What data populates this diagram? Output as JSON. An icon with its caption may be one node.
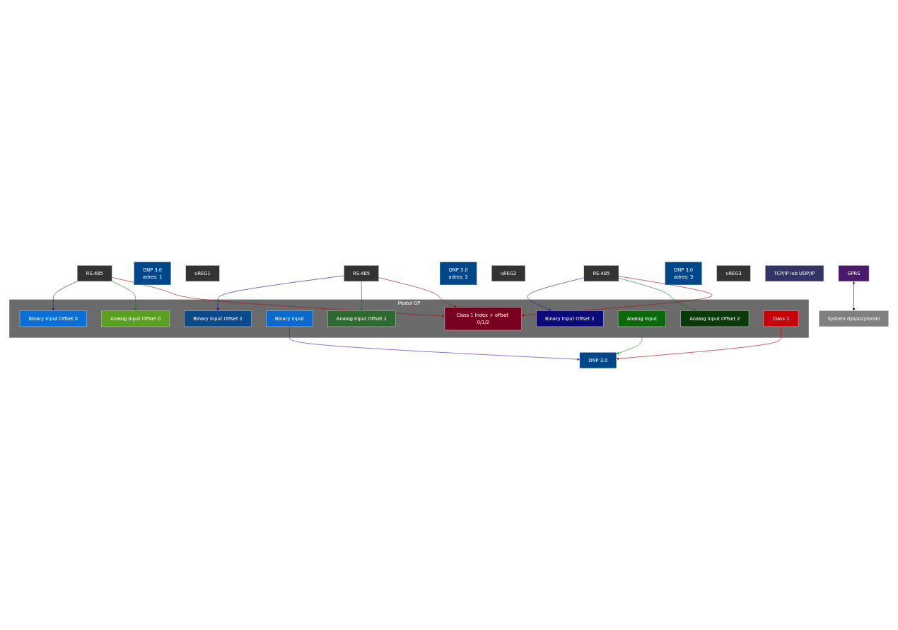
{
  "diagram": {
    "nodes": [
      {
        "text": [
          "Moduł GP"
        ]
      },
      {
        "text": [
          "Binary Input Offset 0"
        ],
        "in": 0
      },
      {
        "text": [
          "Binary Input Offset 1"
        ],
        "in": 0
      },
      {
        "text": [
          "Binary Input Offset 2"
        ],
        "in": 0
      },
      {
        "text": [
          "Binary Input"
        ],
        "in": 0
      },
      {
        "text": [
          "Analog Input Offset 0"
        ],
        "in": 0
      },
      {
        "text": [
          "Analog Input Offset 1"
        ],
        "in": 0
      },
      {
        "text": [
          "Analog Input Offset 2"
        ],
        "in": 0
      },
      {
        "text": [
          "Analog Input"
        ],
        "in": 0
      },
      {
        "text": [
          "Class 1 Index + offset 0/1/2"
        ],
        "in": 0
      },
      {
        "text": [
          "Class 1"
        ],
        "in": 0
      },
      {
        "text": [
          "RS-485"
        ]
      },
      {
        "text": [
          "DNP 3.0",
          "adres: 1"
        ]
      },
      {
        "text": [
          "uREG1"
        ]
      },
      {
        "text": [
          "RS-485"
        ]
      },
      {
        "text": [
          "DNP 3.0",
          "adres: 2"
        ]
      },
      {
        "text": [
          "uREG2"
        ]
      },
      {
        "text": [
          "RS-485"
        ]
      },
      {
        "text": [
          "DNP 3.0",
          "adres: 3"
        ]
      },
      {
        "text": [
          "uREG3"
        ]
      },
      {
        "text": [
          "DNP 3.0"
        ]
      },
      {
        "text": [
          "TCP/IP lub UDP/IP"
        ]
      },
      {
        "text": [
          "GPRS"
        ]
      },
      {
        "text": [
          "System dyspozytorski"
        ]
      }
    ],
    "edges": [
      {
        "from": 11,
        "to": 1,
        "arrow": "to",
        "color": "#1a1a9e"
      },
      {
        "from": 14,
        "to": 2,
        "arrow": "to",
        "color": "#1a1a9e"
      },
      {
        "from": 17,
        "to": 3,
        "arrow": "to",
        "color": "#1a1a9e"
      },
      {
        "from": 11,
        "to": 5,
        "arrow": "to",
        "color": "#1a7a1a"
      },
      {
        "from": 14,
        "to": 6,
        "arrow": "to",
        "color": "#1a7a1a"
      },
      {
        "from": 17,
        "to": 7,
        "arrow": "to",
        "color": "#1a7a1a"
      },
      {
        "from": 11,
        "to": 9,
        "arrow": "to",
        "color": "#a01010"
      },
      {
        "from": 14,
        "to": 9,
        "arrow": "to",
        "color": "#a01010"
      },
      {
        "from": 17,
        "to": 9,
        "arrow": "to",
        "color": "#a01010"
      },
      {
        "from": 4,
        "to": 20,
        "arrow": "to",
        "color": "#5a1ab0"
      },
      {
        "from": 8,
        "to": 20,
        "arrow": "to",
        "color": "#1a9a1a"
      },
      {
        "from": 10,
        "to": 20,
        "arrow": "to",
        "color": "#c00000"
      },
      {
        "from": 22,
        "to": 23,
        "arrow": "both",
        "color": "#000000"
      }
    ]
  }
}
